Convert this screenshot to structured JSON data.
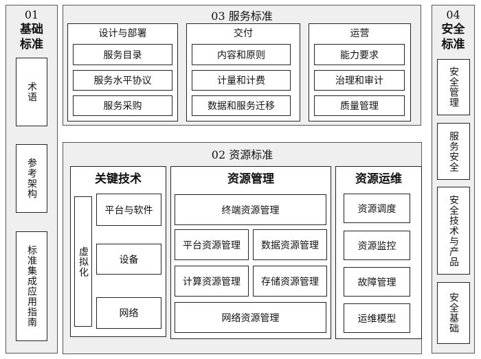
{
  "left": {
    "number": "01",
    "title": "基础标准",
    "items": [
      "术语",
      "参考架构",
      "标准集成应用指南"
    ]
  },
  "right": {
    "number": "04",
    "title": "安全标准",
    "items": [
      "安全管理",
      "服务安全",
      "安全技术与产品",
      "安全基础"
    ]
  },
  "service": {
    "title": "03 服务标准",
    "groups": [
      {
        "title": "设计与部署",
        "items": [
          "服务目录",
          "服务水平协议",
          "服务采购"
        ]
      },
      {
        "title": "交付",
        "items": [
          "内容和原则",
          "计量和计费",
          "数据和服务迁移"
        ]
      },
      {
        "title": "运营",
        "items": [
          "能力要求",
          "治理和审计",
          "质量管理"
        ]
      }
    ]
  },
  "resource": {
    "title": "02 资源标准",
    "key_tech": {
      "title": "关键技术",
      "virtualization": "虚拟化",
      "items": [
        "平台与软件",
        "设备",
        "网络"
      ]
    },
    "management": {
      "title": "资源管理",
      "items": [
        "终端资源管理",
        "平台资源管理",
        "数据资源管理",
        "计算资源管理",
        "存储资源管理",
        "网络资源管理"
      ]
    },
    "ops": {
      "title": "资源运维",
      "items": [
        "资源调度",
        "资源监控",
        "故障管理",
        "运维模型"
      ]
    }
  }
}
